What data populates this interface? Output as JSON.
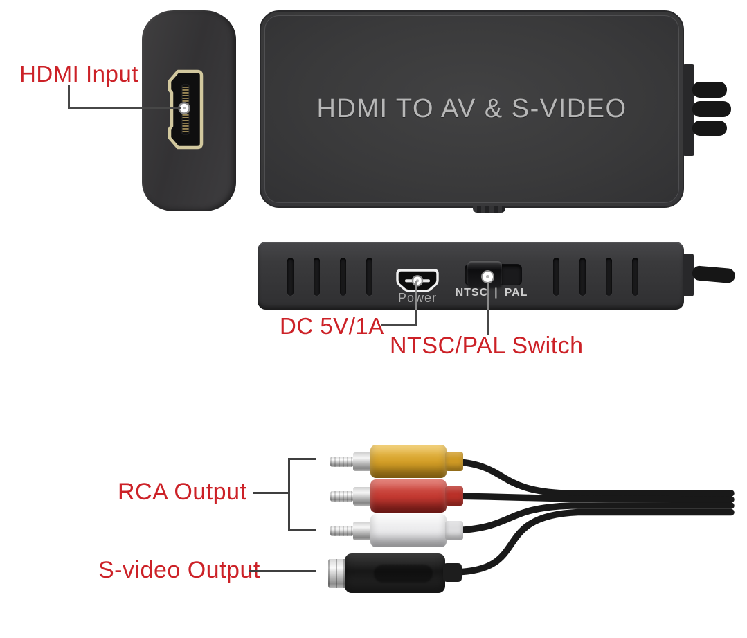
{
  "callouts": {
    "hdmi_input": "HDMI Input",
    "dc_power": "DC 5V/1A",
    "ntsc_pal_switch": "NTSC/PAL Switch",
    "rca_output": "RCA Output",
    "svideo_output": "S-video Output"
  },
  "device": {
    "title": "HDMI TO AV & S-VIDEO",
    "power_port_label": "Power",
    "switch": {
      "left": "NTSC",
      "divider": "|",
      "right": "PAL"
    }
  },
  "connector_colors": [
    "yellow",
    "red",
    "white",
    "black"
  ],
  "colors": {
    "label_red": "#cc2127",
    "leader_line": "#474747",
    "device_body": "#3a3a3b",
    "device_title": "#b7b7b7",
    "port_gold": "#d2c89e",
    "cable_black": "#161616",
    "rca_yellow": "#d29d26",
    "rca_red": "#c13830",
    "rca_white": "#e8e8ea",
    "svideo_black": "#171717"
  }
}
